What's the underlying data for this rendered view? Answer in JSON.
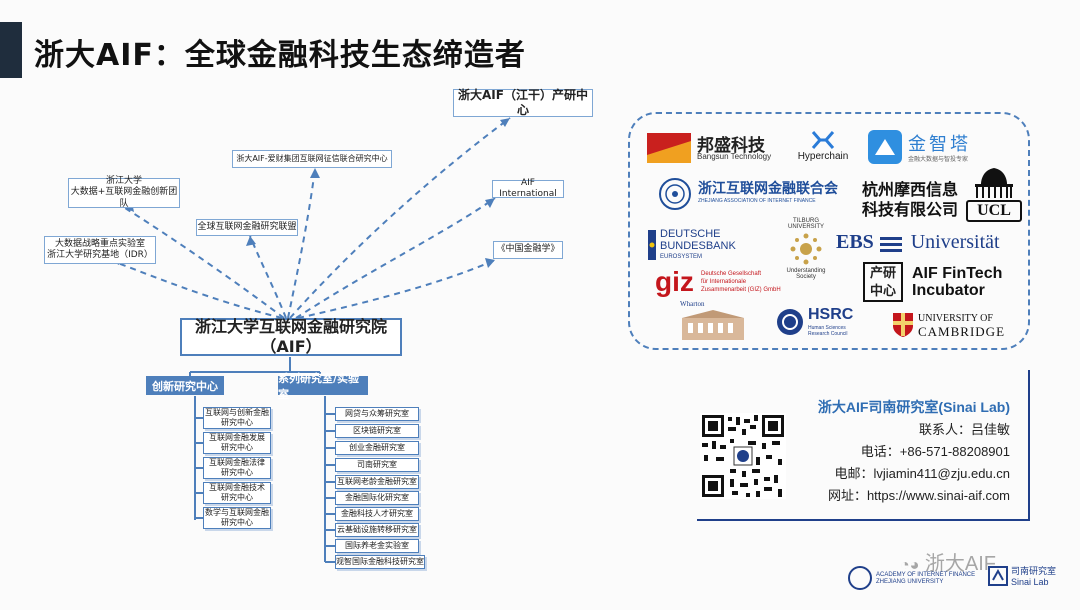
{
  "slide": {
    "title": "浙大AIF：全球金融科技生态缔造者"
  },
  "diagram": {
    "center": "浙江大学互联网金融研究院（AIF）",
    "satellites": [
      {
        "id": "s1",
        "text": "浙大AIF（江干）产研中心"
      },
      {
        "id": "s2",
        "text": "浙大AIF-爱财集团互联网征信联合研究中心"
      },
      {
        "id": "s3a",
        "text": "浙江大学"
      },
      {
        "id": "s3b",
        "text": "大数据+互联网金融创新团队"
      },
      {
        "id": "s4",
        "text": "AIF International"
      },
      {
        "id": "s5",
        "text": "全球互联网金融研究联盟"
      },
      {
        "id": "s6a",
        "text": "大数据战略重点实验室"
      },
      {
        "id": "s6b",
        "text": "浙江大学研究基地（IDR）"
      },
      {
        "id": "s7",
        "text": "《中国金融学》"
      }
    ],
    "categories": [
      {
        "label": "创新研究中心",
        "items": [
          [
            "互联网与创新金融",
            "研究中心"
          ],
          [
            "互联网金融发展",
            "研究中心"
          ],
          [
            "互联网金融法律",
            "研究中心"
          ],
          [
            "互联网金融技术",
            "研究中心"
          ],
          [
            "数学与互联网金融",
            "研究中心"
          ]
        ]
      },
      {
        "label": "系列研究室/实验室",
        "items": [
          "网贷与众筹研究室",
          "区块链研究室",
          "创业金融研究室",
          "司南研究室",
          "互联网老龄金融研究室",
          "金融国际化研究室",
          "金融科技人才研究室",
          "云基础设施转移研究室",
          "国际养老金实验室",
          "观智国际金融科技研究室"
        ]
      }
    ]
  },
  "partners": {
    "bangsun": {
      "cn": "邦盛科技",
      "en": "Bangsun Technology"
    },
    "hyperchain": {
      "name": "Hyperchain"
    },
    "jinzhita": {
      "cn": "金智塔",
      "en": "金融大数据与智投专家"
    },
    "zaif": {
      "cn": "浙江互联网金融联合会",
      "en": "ZHEJIANG ASSOCIATION OF INTERNET FINANCE"
    },
    "moxi": {
      "line1": "杭州摩西信息",
      "line2": "科技有限公司"
    },
    "ucl": {
      "name": "UCL"
    },
    "bundesbank": {
      "line1": "DEUTSCHE",
      "line2": "BUNDESBANK",
      "line3": "EUROSYSTEM"
    },
    "tilburg": {
      "line1": "TILBURG",
      "line2": "UNIVERSITY",
      "tag1": "Understanding",
      "tag2": "Society"
    },
    "ebs": {
      "name": "EBS",
      "word": "Universität"
    },
    "giz": {
      "short": "giz",
      "line1": "Deutsche Gesellschaft",
      "line2": "für Internationale",
      "line3": "Zusammenarbeit (GIZ) GmbH"
    },
    "fintech": {
      "glyph1": "产研",
      "glyph2": "中心",
      "line1": "AIF FinTech",
      "line2": "Incubator"
    },
    "wharton": {
      "name": "Wharton"
    },
    "hsrc": {
      "name": "HSRC",
      "sub1": "Human Sciences",
      "sub2": "Research Council"
    },
    "cambridge": {
      "line1": "UNIVERSITY OF",
      "line2": "CAMBRIDGE"
    }
  },
  "contact": {
    "org": "浙大AIF司南研究室(Sinai Lab)",
    "person": "联系人：吕佳敏",
    "phone": "电话：+86-571-88208901",
    "email": "电邮：lvjiamin411@zju.edu.cn",
    "web": "网址：https://www.sinai-aif.com"
  },
  "footer": {
    "watermark": "浙大AIF",
    "academy_line1": "ACADEMY OF INTERNET FINANCE",
    "academy_line2": "ZHEJIANG UNIVERSITY",
    "lab_cn": "司南研究室",
    "lab_en": "Sinai Lab"
  },
  "colors": {
    "primary": "#4e7fbb",
    "dark": "#1f2d3d",
    "accent": "#2f6db3"
  }
}
